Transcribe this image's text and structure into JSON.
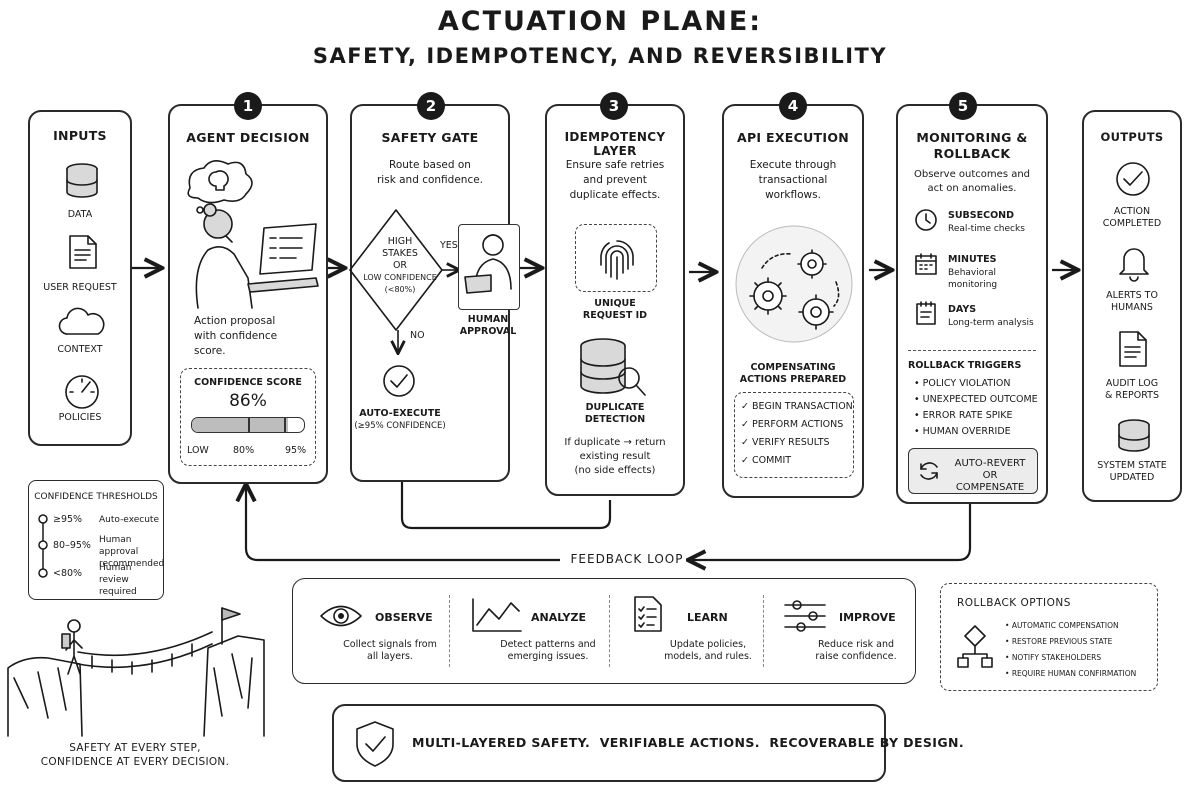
{
  "title": {
    "line1": "ACTUATION PLANE:",
    "line2": "SAFETY, IDEMPOTENCY, AND REVERSIBILITY"
  },
  "inputs": {
    "title": "INPUTS",
    "items": [
      "DATA",
      "USER REQUEST",
      "CONTEXT",
      "POLICIES"
    ]
  },
  "agent": {
    "number": "1",
    "title": "AGENT DECISION",
    "text_lines": [
      "Action proposal",
      "with confidence",
      "score."
    ],
    "confidence_label": "CONFIDENCE SCORE",
    "confidence_value": "86%",
    "confidence_fraction": 0.86,
    "scale": [
      "LOW",
      "80%",
      "95%"
    ]
  },
  "safety": {
    "number": "2",
    "title": "SAFETY GATE",
    "text_lines": [
      "Route based on",
      "risk and confidence."
    ],
    "diamond_lines": [
      "HIGH",
      "STAKES",
      "OR",
      "LOW CONFIDENCE",
      "(<80%)"
    ],
    "yes": "YES",
    "no": "NO",
    "human_lines": [
      "HUMAN",
      "APPROVAL"
    ],
    "auto_lines": [
      "AUTO-EXECUTE",
      "(≥95% CONFIDENCE)"
    ]
  },
  "idempotency": {
    "number": "3",
    "title": "IDEMPOTENCY LAYER",
    "text_lines": [
      "Ensure safe retries",
      "and prevent",
      "duplicate effects."
    ],
    "request_id_lines": [
      "UNIQUE",
      "REQUEST ID"
    ],
    "duplicate_lines": [
      "DUPLICATE",
      "DETECTION"
    ],
    "result_lines": [
      "If duplicate → return",
      "existing result",
      "(no side effects)"
    ]
  },
  "api": {
    "number": "4",
    "title": "API EXECUTION",
    "text_lines": [
      "Execute through",
      "transactional",
      "workflows."
    ],
    "comp_lines": [
      "COMPENSATING",
      "ACTIONS PREPARED"
    ],
    "steps": [
      "BEGIN TRANSACTION",
      "PERFORM ACTIONS",
      "VERIFY RESULTS",
      "COMMIT"
    ]
  },
  "monitoring": {
    "number": "5",
    "title_lines": [
      "MONITORING &",
      "ROLLBACK"
    ],
    "text_lines": [
      "Observe outcomes and",
      "act on anomalies."
    ],
    "timescales": [
      {
        "name": "SUBSECOND",
        "desc": "Real-time checks"
      },
      {
        "name": "MINUTES",
        "desc": "Behavioral monitoring"
      },
      {
        "name": "DAYS",
        "desc": "Long-term analysis"
      }
    ],
    "triggers_title": "ROLLBACK TRIGGERS",
    "triggers": [
      "POLICY VIOLATION",
      "UNEXPECTED OUTCOME",
      "ERROR RATE SPIKE",
      "HUMAN OVERRIDE"
    ],
    "revert_lines": [
      "AUTO-REVERT",
      "OR COMPENSATE"
    ]
  },
  "outputs": {
    "title": "OUTPUTS",
    "items": [
      [
        "ACTION",
        "COMPLETED"
      ],
      [
        "ALERTS TO",
        "HUMANS"
      ],
      [
        "AUDIT LOG",
        "& REPORTS"
      ],
      [
        "SYSTEM STATE",
        "UPDATED"
      ]
    ]
  },
  "thresholds": {
    "title": "CONFIDENCE THRESHOLDS",
    "rows": [
      {
        "range": "≥95%",
        "desc": [
          "Auto-execute"
        ]
      },
      {
        "range": "80–95%",
        "desc": [
          "Human approval",
          "recommended"
        ]
      },
      {
        "range": "<80%",
        "desc": [
          "Human review",
          "required"
        ]
      }
    ]
  },
  "feedback": {
    "label": "FEEDBACK LOOP",
    "steps": [
      {
        "name": "OBSERVE",
        "desc": [
          "Collect signals from",
          "all layers."
        ]
      },
      {
        "name": "ANALYZE",
        "desc": [
          "Detect patterns and",
          "emerging issues."
        ]
      },
      {
        "name": "LEARN",
        "desc": [
          "Update policies,",
          "models, and rules."
        ]
      },
      {
        "name": "IMPROVE",
        "desc": [
          "Reduce risk and",
          "raise confidence."
        ]
      }
    ]
  },
  "rollback_options": {
    "title": "ROLLBACK OPTIONS",
    "items": [
      "AUTOMATIC COMPENSATION",
      "RESTORE PREVIOUS STATE",
      "NOTIFY STAKEHOLDERS",
      "REQUIRE HUMAN CONFIRMATION"
    ]
  },
  "motto": {
    "lines": [
      "SAFETY AT EVERY STEP,",
      "CONFIDENCE AT EVERY DECISION."
    ]
  },
  "banner": {
    "text": "MULTI-LAYERED SAFETY.  VERIFIABLE ACTIONS.  RECOVERABLE BY DESIGN."
  }
}
